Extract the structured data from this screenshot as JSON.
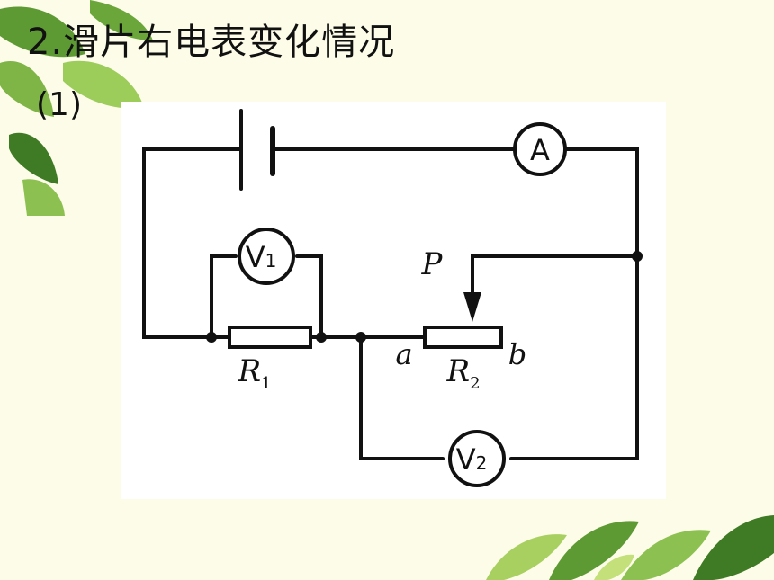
{
  "slide": {
    "title": "2.滑片右电表变化情况",
    "subtitle": "(1)"
  },
  "circuit": {
    "ammeter": "A",
    "voltmeter1": {
      "main": "V",
      "sub": "1"
    },
    "voltmeter2": {
      "main": "V",
      "sub": "2"
    },
    "resistor1": {
      "main": "R",
      "sub": "1"
    },
    "resistor2": {
      "main": "R",
      "sub": "2"
    },
    "slider_label": "P",
    "end_a": "a",
    "end_b": "b"
  },
  "colors": {
    "background": "#fdfce8",
    "leaf_dark": "#4f8a2c",
    "leaf_light": "#8cc152",
    "wire": "#111111"
  }
}
